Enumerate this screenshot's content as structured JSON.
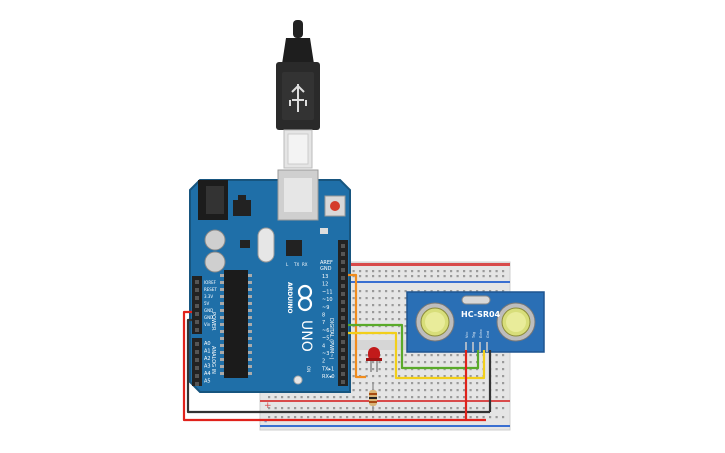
{
  "board": {
    "brand_label": "ARDUINO",
    "model_label": "UNO",
    "aref_label": "AREF",
    "gnd_label": "GND",
    "digital_pins": [
      "13",
      "12",
      "~11",
      "~10",
      "~9",
      "8",
      "7",
      "~6",
      "~5",
      "4",
      "~3",
      "2",
      "TX▸1",
      "RX◂0"
    ],
    "digital_header_label": "DIGITAL (PWM~)",
    "power_pins": [
      "IOREF",
      "RESET",
      "3.3V",
      "5V",
      "GND",
      "GND",
      "Vin"
    ],
    "power_header_label": "POWER",
    "analog_pins": [
      "A0",
      "A1",
      "A2",
      "A3",
      "A4",
      "A5"
    ],
    "analog_header_label": "ANALOG IN",
    "tx_label": "TX",
    "rx_label": "RX",
    "l_label": "L",
    "on_label": "ON"
  },
  "sensor": {
    "model_label": "HC-SR04",
    "pin_labels": [
      "Vcc",
      "Trig",
      "Echo",
      "Gnd"
    ]
  },
  "breadboard": {
    "plus_label": "+",
    "minus_label": "-"
  },
  "colors": {
    "board_blue": "#1f6fa8",
    "board_dark": "#17557f",
    "breadboard": "#e6e6e6",
    "wire_red": "#e0221b",
    "wire_black": "#333333",
    "wire_orange": "#f08c1e",
    "wire_green": "#5aaa2a",
    "wire_yellow": "#f2cf1b",
    "sensor_blue": "#2a6fb5",
    "led_red": "#c21a1a"
  },
  "icons": [
    "usb-cable-icon",
    "infinity-logo-icon",
    "led-icon",
    "resistor-icon"
  ]
}
